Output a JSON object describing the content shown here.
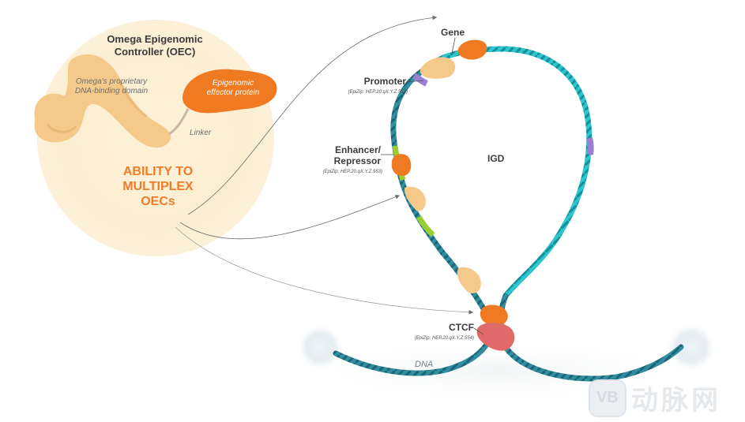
{
  "oec": {
    "title_line1": "Omega Epigenomic",
    "title_line2": "Controller (OEC)",
    "binding_domain_line1": "Omega's proprietary",
    "binding_domain_line2": "DNA-binding domain",
    "effector_line1": "Epigenomic",
    "effector_line2": "effector protein",
    "linker": "Linker",
    "multiplex_line1": "ABILITY TO",
    "multiplex_line2": "MULTIPLEX",
    "multiplex_line3": "OECs"
  },
  "loop": {
    "gene": "Gene",
    "promoter": "Promoter",
    "promoter_id": "(EpiZip: HEP.20.qX.Y.Z.552)",
    "enhancer_line1": "Enhancer/",
    "enhancer_line2": "Repressor",
    "enhancer_id": "(EpiZip: HEP.20.qX.Y.Z.553)",
    "igd": "IGD",
    "ctcf": "CTCF",
    "ctcf_id": "(EpiZip: HEP.20.qX.Y.Z.554)",
    "dna": "DNA"
  },
  "watermark": {
    "text": "动脉网",
    "badge": "VB"
  },
  "colors": {
    "effector_orange": "#f07a22",
    "binding_peach": "#f5c98a",
    "dna_teal": "#2f8ea0",
    "dna_cyan": "#2cc6cf",
    "ctcf_red": "#e06a6a",
    "enhancer_green": "#9acd32",
    "promoter_purple": "#9b7fd1",
    "highlight_text": "#f07c2a"
  }
}
